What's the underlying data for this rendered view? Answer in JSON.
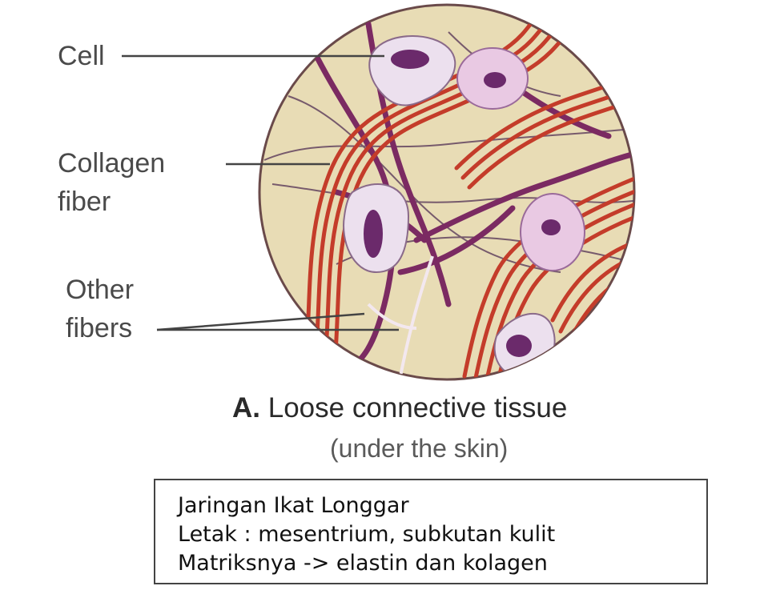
{
  "labels": {
    "cell": "Cell",
    "collagen_line1": "Collagen",
    "collagen_line2": "fiber",
    "other_line1": "Other",
    "other_line2": "fibers"
  },
  "caption": {
    "letter": "A.",
    "title": "Loose connective tissue",
    "subtitle": "(under the skin)"
  },
  "infobox": {
    "line1": "Jaringan Ikat Longgar",
    "line2": "Letak : mesentrium, subkutan kulit",
    "line3": "Matriksnya -> elastin dan kolagen"
  },
  "colors": {
    "matrix": "#e8dcb5",
    "collagen": "#c43c2a",
    "elastic": "#7b2a62",
    "cell": "#e9c9e3",
    "nucleus": "#6b2a6b",
    "thin_fiber": "#5a3a5a"
  }
}
